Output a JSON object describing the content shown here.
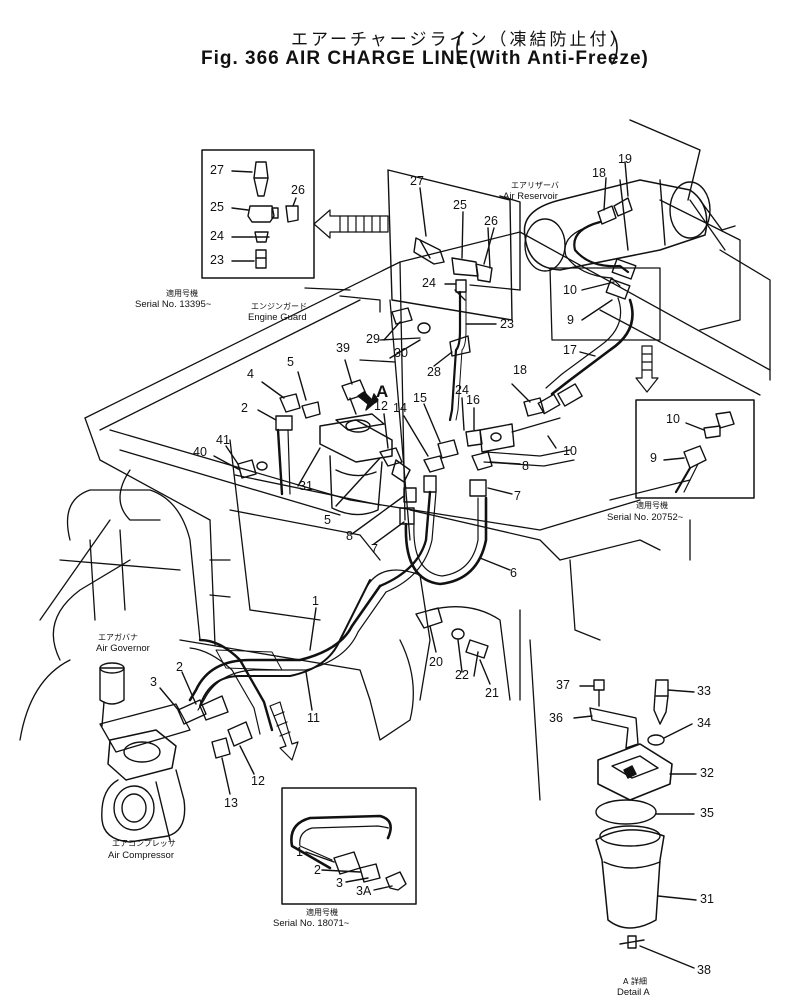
{
  "title": {
    "japanese": "エアーチャージライン（凍結防止付）",
    "english": "Fig. 366 AIR CHARGE LINE(With Anti-Freeze)"
  },
  "labels": {
    "serial_13395": "Serial No. 13395~",
    "serial_13395_jp": "適用号機",
    "engine_guard": "Engine Guard",
    "engine_guard_jp": "エンジンガード",
    "air_reservoir": "Air Reservoir",
    "air_reservoir_jp": "エアリザーバ",
    "serial_20752": "Serial No. 20752~",
    "serial_20752_jp": "適用号機",
    "air_governor": "Air Governor",
    "air_governor_jp": "エアガバナ",
    "air_compressor": "Air Compressor",
    "air_compressor_jp": "エアコンプレッサ",
    "serial_18071": "Serial No. 18071~",
    "serial_18071_jp": "適用号機",
    "detail_a": "Detail A",
    "detail_a_jp": "A 詳細",
    "detail_mark": "A"
  },
  "callouts": {
    "inset_top_left": [
      "27",
      "26",
      "25",
      "24",
      "23"
    ],
    "upper_box": [
      "27",
      "25",
      "26",
      "24",
      "23",
      "28",
      "29",
      "30"
    ],
    "reservoir": [
      "19",
      "18",
      "10",
      "9",
      "17"
    ],
    "inset_right": [
      "10",
      "9"
    ],
    "left_cluster": [
      "39",
      "5",
      "4",
      "2",
      "41",
      "40",
      "31",
      "12",
      "5",
      "14",
      "15",
      "24",
      "16",
      "18",
      "8",
      "7",
      "8",
      "7",
      "10",
      "6"
    ],
    "lower_left": [
      "1",
      "2",
      "3",
      "11",
      "13",
      "12",
      "20",
      "22",
      "21"
    ],
    "inset_bottom": [
      "1",
      "2",
      "3",
      "3A"
    ],
    "detail": [
      "37",
      "33",
      "36",
      "34",
      "32",
      "35",
      "31",
      "38"
    ]
  }
}
